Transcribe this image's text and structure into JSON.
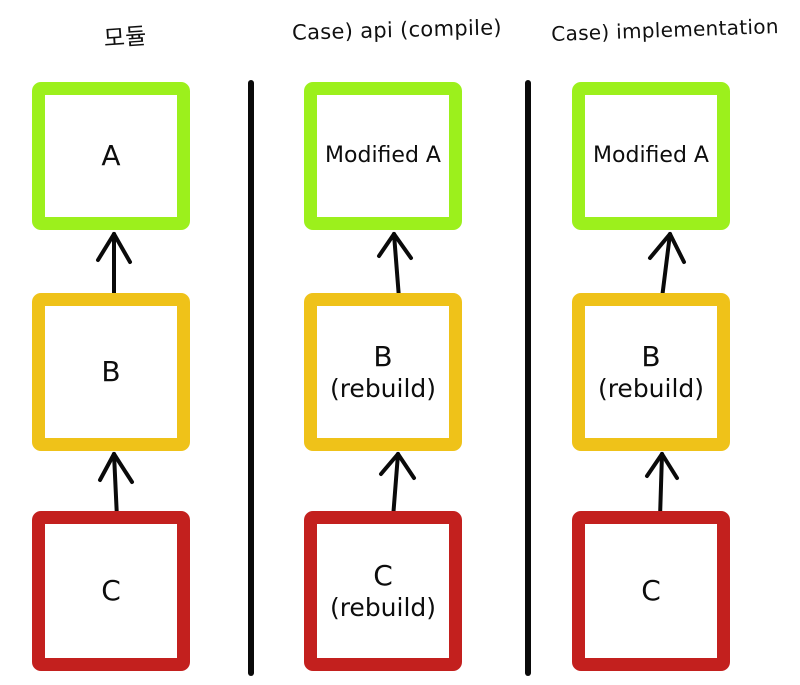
{
  "diagram": {
    "style": "hand-drawn whiteboard sketch",
    "background_color": "#ffffff",
    "colors": {
      "green": "#9CF01C",
      "yellow": "#EFC219",
      "red": "#C3201E",
      "ink": "#0a0a0a"
    },
    "divider_count": 2
  },
  "columns": [
    {
      "title": "모듈",
      "nodes": [
        {
          "label_line1": "A",
          "label_line2": "",
          "color": "green"
        },
        {
          "label_line1": "B",
          "label_line2": "",
          "color": "yellow"
        },
        {
          "label_line1": "C",
          "label_line2": "",
          "color": "red"
        }
      ],
      "arrows": [
        {
          "from": "B",
          "to": "A",
          "direction": "up"
        },
        {
          "from": "C",
          "to": "B",
          "direction": "up"
        }
      ]
    },
    {
      "title": "Case) api (compile)",
      "nodes": [
        {
          "label_line1": "Modified A",
          "label_line2": "",
          "color": "green"
        },
        {
          "label_line1": "B",
          "label_line2": "(rebuild)",
          "color": "yellow"
        },
        {
          "label_line1": "C",
          "label_line2": "(rebuild)",
          "color": "red"
        }
      ],
      "arrows": [
        {
          "from": "B (rebuild)",
          "to": "Modified A",
          "direction": "up"
        },
        {
          "from": "C (rebuild)",
          "to": "B (rebuild)",
          "direction": "up"
        }
      ]
    },
    {
      "title": "Case) implementation",
      "nodes": [
        {
          "label_line1": "Modified A",
          "label_line2": "",
          "color": "green"
        },
        {
          "label_line1": "B",
          "label_line2": "(rebuild)",
          "color": "yellow"
        },
        {
          "label_line1": "C",
          "label_line2": "",
          "color": "red"
        }
      ],
      "arrows": [
        {
          "from": "B (rebuild)",
          "to": "Modified A",
          "direction": "up"
        },
        {
          "from": "C",
          "to": "B (rebuild)",
          "direction": "up"
        }
      ]
    }
  ]
}
